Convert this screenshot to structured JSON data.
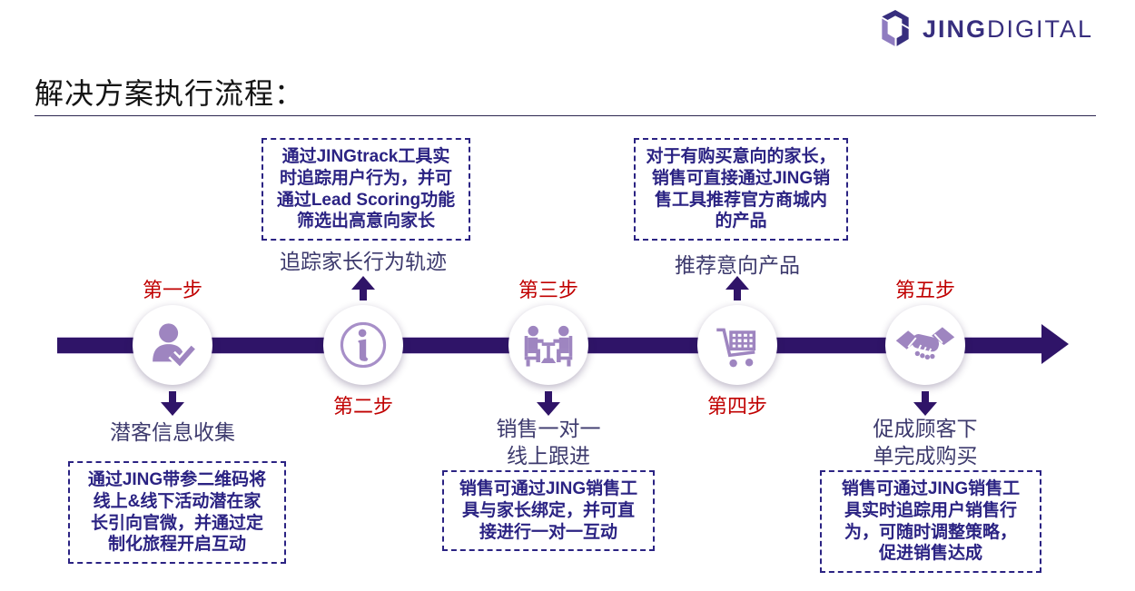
{
  "slide": {
    "logo": {
      "jing": "JING",
      "digital": "DIGITAL"
    },
    "title": "解决方案执行流程：",
    "colors": {
      "timeline_purple": "#2f1468",
      "icon_purple": "#9e85c0",
      "step_name_red": "#c00000",
      "detail_box_indigo": "#2b2383",
      "summary_navy": "#3d3a6d",
      "logo_purple": "#372e7e",
      "logo_light_purple": "#8f7cc0"
    },
    "steps": [
      {
        "name": "第一步",
        "icon": "user-check-icon",
        "summary": "潜客信息收集",
        "detail": "通过JING带参二维码将\n线上&线下活动潜在家\n长引向官微，并通过定\n制化旅程开启互动",
        "detail_position": "below"
      },
      {
        "name": "第二步",
        "icon": "info-icon",
        "summary": "追踪家长行为轨迹",
        "detail": "通过JINGtrack工具实\n时追踪用户行为，并可\n通过Lead Scoring功能\n筛选出高意向家长",
        "detail_position": "above"
      },
      {
        "name": "第三步",
        "icon": "meeting-icon",
        "summary": "销售一对一\n线上跟进",
        "detail": "销售可通过JING销售工\n具与家长绑定，并可直\n接进行一对一互动",
        "detail_position": "below"
      },
      {
        "name": "第四步",
        "icon": "cart-icon",
        "summary": "推荐意向产品",
        "detail": "对于有购买意向的家长，\n销售可直接通过JING销\n售工具推荐官方商城内\n的产品",
        "detail_position": "above"
      },
      {
        "name": "第五步",
        "icon": "handshake-icon",
        "summary": "促成顾客下\n单完成购买",
        "detail": "销售可通过JING销售工\n具实时追踪用户销售行\n为，可随时调整策略，\n促进销售达成",
        "detail_position": "below"
      }
    ]
  }
}
